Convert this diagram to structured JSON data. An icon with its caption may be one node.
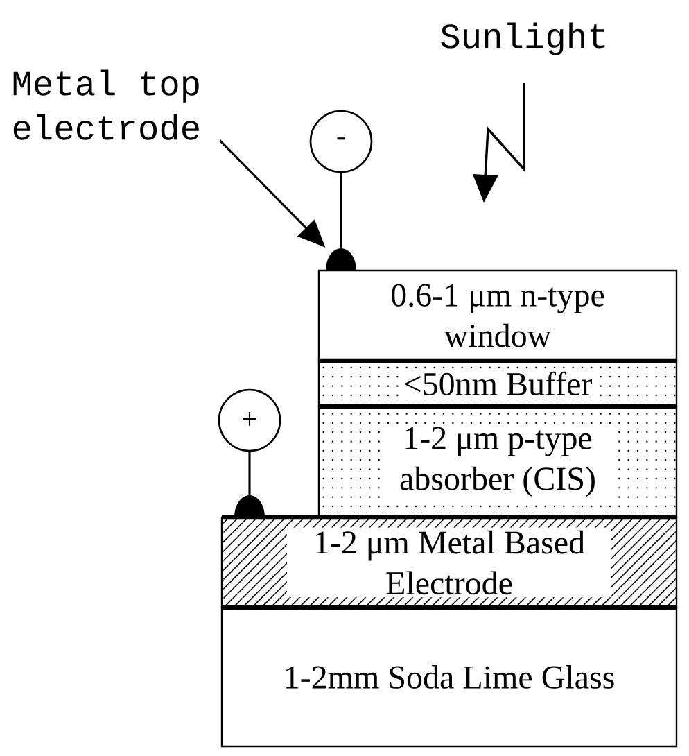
{
  "diagram": {
    "nodes": [
      {
        "text": [
          "Metal top electrode"
        ]
      },
      {
        "text": [
          "-"
        ]
      },
      {
        "text": [],
        "shape": "semicircle"
      },
      {
        "text": [
          "0.6-1 μm n-type window"
        ]
      },
      {
        "text": [
          "<50nm Buffer"
        ]
      },
      {
        "text": [
          "+"
        ]
      },
      {
        "text": [
          "1-2 μm p-type absorber (CIS)"
        ]
      },
      {
        "text": [],
        "shape": "semicircle"
      },
      {
        "text": [
          "1-2 μm Metal Based Electrode"
        ]
      },
      {
        "text": [
          "1-2mm Soda Lime Glass"
        ]
      }
    ],
    "edges": [
      {
        "from": 0,
        "to": 2,
        "arrow": "to"
      },
      {
        "from": 1,
        "to": 2,
        "arrow": "none"
      },
      {
        "from": 5,
        "to": 7,
        "arrow": "none"
      }
    ],
    "labels": [
      "Sunlight"
    ]
  }
}
